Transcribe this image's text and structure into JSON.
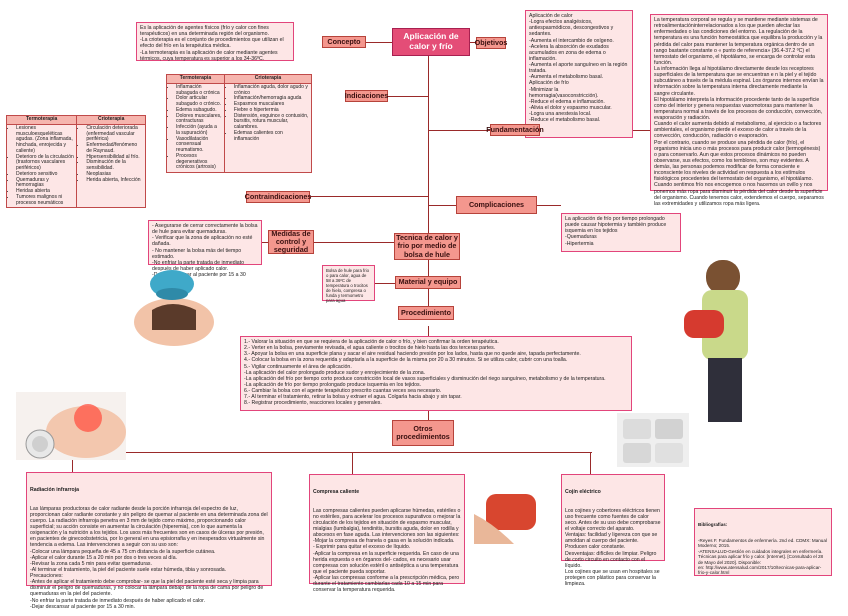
{
  "center": "Aplicación de calor y frío",
  "nodes": {
    "concepto": "Concepto",
    "objetivos": "Objetivos",
    "indicaciones": "Indicaciones",
    "fundamentacion": "Fundamentación",
    "contraindicaciones": "Contraindicaciones",
    "complicaciones": "Complicaciones",
    "medidas": "Medidas de control y seguridad",
    "tecnica": "Tecnica de calor y frio por medio de bolsa de hule",
    "material": "Material y equipo",
    "procedimiento": "Procedimiento",
    "otros": "Otros procedimientos"
  },
  "concepto_text": "Es la aplicación de agentes físicos (frío y calor con fines terapéuticos) en una determinada región del organismo.\n-La crioterapia es el conjunto de procedimientos que utilizan el efecto del frío en la terapéutica médica.\n-La termoterapia es la aplicación de calor mediante agentes térmicos, cuya temperatura es superior a los 34-36ºC.",
  "objetivos_text": "Aplicación de calor\n-Logra efectos analgésicos, antiespasmódicos, descongestivos y sedantes.\n-Aumenta el intercambio de oxígeno.\n-Acelera la absorción de exudados acumulados en zona de edema o inflamación.\n-Aumenta el aporte sanguíneo en la región tratada.\n-Aumenta el metabolismo basal.\nAplicación de frío\n-Minimizar la hemorragia(vasoconstricción).\n-Reduce el edema e inflamación.\n-Alivia el dolor y espasmo muscular.\n-Logra una anestesia local.\n-Reduce el metabolismo basal.",
  "fundamentacion_text": "La temperatura corporal se regula y se mantiene mediante sistemas de retroalimentacióninterrelacionados a los que pueden afectar las enfermedades o las condiciones del entorno. La regulación de la temperatura es una función homeostática que equilibra la producción y la pérdida del calor para mantener la temperatura orgánica dentro de un rango bastante constante o « punto de referencia» (36.4-37.2 ºC) el termostato del organismo, el hipotálamo, se encarga de controlar esta función.\nLa información llega al hipotálamo directamente desde los receptores superficiales de la temperatura que se encuentran e n la piel y el tejido subcutáneo a través de la médula espinal. Los órganos internos envían la información sobre la temperatura interna directamente mediante la sangre circulante.\nEl hipotálamo interpreta la información procedente tanto de la superficie como del interior y genera respuestas vasomotoras para mantener la temperatura normal a través de los procesos de conducción, convección, evaporación y radiación.\nCuando el calor aumenta debido al metabolismo, al ejercicio o a factores ambientales, el organismo pierde el exceso de calor a través de la convección, conducción, radiación o evaporación.\nPor el contrario, cuando se produce una pérdida de calor (frío), el organismo inicia uno o más procesos para producir calor (termogénesis) o para conservarlo. Aun que estos procesos dinámicos no pueden observarse, sus efectos, como los temblores, son muy evidentes. A demás, las personas podemos modificar de forma consciente e inconsciente los niveles de actividad en respuesta a los estímulos fisiológicos procedentes del termostato del organismo, el hipotálamo. Cuando sentimos frío nos encogemos o nos hacemos un ovillo y nos ponemos más ropa para disminuir la pérdida del calor desde la superficie del organismo. Cuando tenemos calor, extendemos el cuerpo, separamos las extremidades y utilizamos ropa más ligera.",
  "complicaciones_text": "La aplicación de frío por tiempo prolongado puede causar hipotermia y también produce isquemia en los tejidos\n-Quemaduras\n-Hipertermia",
  "medidas_text": "- Asegurarse de cerrar correctamente la bolsa de hule para evitar quemaduras.\n- Verificar que la zona de aplicación no esté dañada.\n- No mantener la bolsa más del tiempo estimado.\n-No enfriar la parte tratada de inmediato después de haber aplicado calor.\n-Dejar descansar al paciente por 15 a 30 minutos.",
  "material_text": "Bolsa de hule para frio o para calor, agua de 58 a 36ºC de temperatura o trocitos de hielo, compresa o funda y termometro para agua",
  "procedimiento_text": "1.- Valorar la situación en que se requiera de la aplicación de calor o frío, y bien confirmar la orden terapéutica.\n2.- Verter en la bolsa, previamente revisada, el agua caliente o trocitos de hielo hasta las dos terceras partes.\n3.- Apoyar la bolsa en una superficie plana y sacar el aire residual haciendo presión por los lados, hasta que no quede aire, tapada perfectamente.\n4.- Colocar la bolsa en la zona requerida y adaptarla a la superficie de la misma por 20 a 30 minutos. Si se utiliza calor, cubrir con una toalla.\n5.- Vigilar continuamente el área de aplicación.\n-La aplicación del calor prolongado produce sudor y enrojecimiento de la zona.\n-La aplicación del frío por tiempo corto produce constricción local de vasos superficiales y disminución del riego sanguíneo, metabolismo y de la temperatura.\n-La aplicación de frío por tiempo prolongado produce isquemia en los tejidos.\n6.- Cambiar la bolsa con el agente terapéutico prescrito cuantas veces sea necesario.\n7.- Al terminar el tratamiento, retirar la bolsa y extraer el agua. Colgarla hacia abajo y sin tapar.\n8.- Registrar procedimiento, reacciones locales y generales.",
  "radiacion_title": "Radiación infrarroja",
  "radiacion_text": "Las lámparas productoras de calor radiante desde la porción infrarroja del espectro de luz, proporcionan calor radiante constante y sin peligro de quemar al paciente en una determinada zona del cuerpo. La radiación infrarroja penetra en 3 mm de tejido como máximo, proporcionando calor superficial; su acción consiste en aumentar la circulación (hiperemia), con lo que aumenta la oxigenación y la nutrición a los tejidos. Los usos más frecuentes son en casos de úlceras por presión, en pacientes de ginecoobstetricia, por lo general en una episiorrafia y en inesperados virtualmente sin tendencia a edema. Las intervenciones a seguir con su uso son:\n-Colocar una lámpara pequeña de 45 a 75 cm distancia de la superficie cutánea.\n-Aplicar el calor durante 15 a 20 min por dos o tres veces al día.\n-Revisar la zona cada 5 min para evitar quemaduras.\n-Al terminar el tratamiento, la piel del paciente suele estar húmeda, tibia y sonrosada.\nPrecauciones:\n-Antes de aplicar el tratamiento debe comprobar- se que la piel del paciente esté seca y limpia para disminuir el peligro de quemaduras, y no colocar la lámpara debajo de la ropa de cama por peligro de quemaduras en la piel del paciente.\n-No enfriar la parte tratada de inmediato después de haber aplicado el calor.\n-Dejar descansar al paciente por 15 a 30 min.",
  "compresa_title": "Compresa caliente",
  "compresa_text": "Las compresas calientes pueden aplicarse húmedas, estériles o no estériles, para acelerar los procesos supurativos o mejorar la circulación de los tejidos en situación de espasmo muscular, mialgias (lumbalgia), tendinitis, bursitis aguda, dolor en rodilla y abscesos en fase aguda. Las intervenciones son las siguientes:\n-Mojar la compresa de franela o gasa en la solución indicada.\n- Exprimir para quitar el exceso de líquido.\n-Aplicar la compresa en la superficie requerida. En caso de una herida expuesta o en órganos del- cados, es necesario usar compresas con solución estéril o antiséptica a una temperatura que el paciente pueda soportar.\n-Aplicar las compresas conforme a la prescripción médica, pero durante el tratamiento cambiarlas cada 10 a 15 min para conservar la temperatura requerida.",
  "cojin_title": "Cojín eléctrico",
  "cojin_text": "Los cojines y cobertores eléctricos tienen uso frecuente como fuentes de calor seco. Antes de su uso debe comprobarse el voltaje correcto del aparato.\nVentajas: facilidad y ligereza con que se amoldan al cuerpo del paciente. Producen calor constante.\nDesventajas: difíciles de limpiar. Peligro de corto circuito en contacto con el líquido.\nLos cojines que se usan en hospitales se protegen con plástico para conservar la limpieza.",
  "bib_title": "Bibliografías:",
  "bib_text": "-Reyes F. Fundamentos de enfermería. 2nd ed. CDMX: Manual Moderno; 2015.\n-ATENSALUD-Gestión en cuidados integrales en enfermería. Técnicas para aplicar frío y calor. [Internet]. [Consultado el 28 de Mayo del 2020]. Disponible:\nen: http://www.atensalud.com/2017/10/tecnicas-para-aplicar-frio-y-calor.html",
  "indicaciones_table": {
    "headers": [
      "Termoterapia",
      "Crioterapia"
    ],
    "col1": [
      "Inflamación subaguda o crónica",
      "Dolor articular subagudo o crónico.",
      "Edema subagudo.",
      "Dolores musculares, contracturas",
      "Infección (ayuda a la supuración)",
      "Vasodilatación consensual reumatismo.",
      "Procesos degenerativos crónicos (artrosis)"
    ],
    "col2": [
      "Inflamación aguda, dolor agudo y crónico",
      "Inflamación/hemorragia aguda",
      "Espasmos musculares",
      "Fiebre o hipertermia",
      "Distensión, esguince o contusión, bursitis, rotura muscular, calambres.",
      "Edemas calientes con inflamación"
    ]
  },
  "contra_table": {
    "headers": [
      "Termoterapia",
      "Crioterapia"
    ],
    "col1": [
      "Lesiones musculoesqueléticas agudas. (Zona inflamada, hinchada, enrojecida y caliente)",
      "Deterioro de la circulación (trastornos vasculares periféricos)",
      "Deterioro sensitivo",
      "Quemaduras y hemorragias",
      "Heridas abierta",
      "Tumores malignos ni procesos neumáticos"
    ],
    "col2": [
      "Circulación deteriorada (enfermedad vascular periférica)",
      "Enfermedad/fenómeno de Raynaud.",
      "Hipersensibilidad al frío.",
      "Disminución de la sensibilidad.",
      "Neoplasias",
      "Herida abierta, Infección"
    ]
  },
  "colors": {
    "node": "#f4978e",
    "main": "#e44d77",
    "box": "#fde6e6",
    "border": "#e2457b"
  }
}
